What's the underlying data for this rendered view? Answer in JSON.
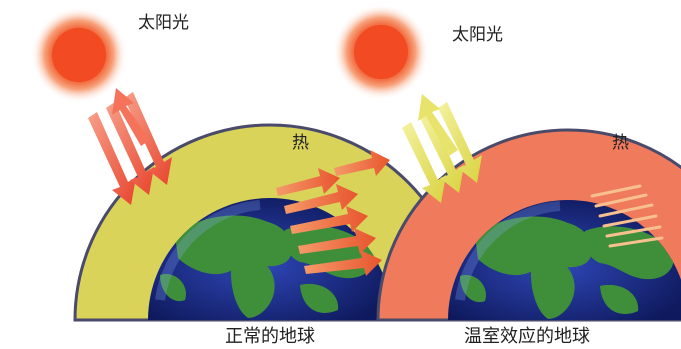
{
  "panels": {
    "normal": {
      "sun_label": "太阳光",
      "heat_label": "热",
      "caption": "正常的地球"
    },
    "greenhouse": {
      "sun_label": "太阳光",
      "heat_label": "热",
      "caption": "温室效应的地球"
    }
  },
  "colors": {
    "sun_core": "#f0502a",
    "sun_glow": "#fbc8a6",
    "normal_atmosphere": "#d9d35a",
    "greenhouse_atmosphere": "#ef7a5c",
    "atmosphere_outline": "#4a4a6a",
    "ocean": "#1c2d8c",
    "land": "#3e8a3a",
    "incoming_arrow_normal": "#ef5e44",
    "incoming_arrow_greenhouse": "#e3e060",
    "outgoing_heat_arrow": "#ef6a3e",
    "trapped_heat_lines": "#f5b57a"
  },
  "icons": {
    "sun": "sun-icon",
    "earth": "earth-globe-icon"
  }
}
